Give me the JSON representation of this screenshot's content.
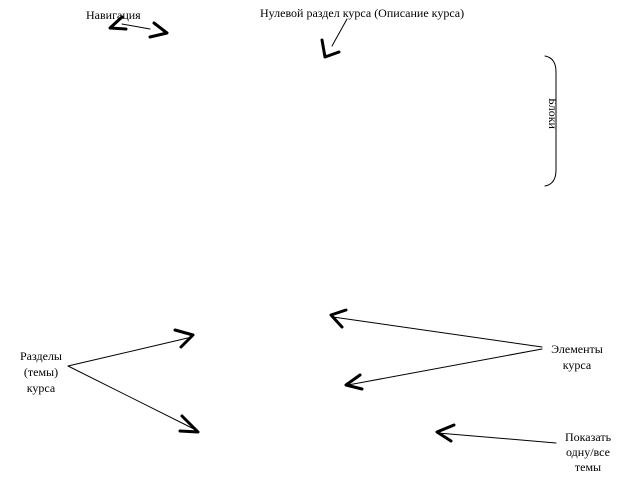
{
  "labels": {
    "navigation": "Навигация",
    "section_zero": "Нулевой раздел курса (Описание курса)",
    "blocks": "Блоки",
    "sections": [
      "Разделы",
      "(темы)",
      "курса"
    ],
    "elements": [
      "Элементы",
      "курса"
    ],
    "show_all": [
      "Показать",
      "одну/все",
      "темы"
    ]
  },
  "colors": {
    "ink": "#000000",
    "background": "#ffffff"
  }
}
